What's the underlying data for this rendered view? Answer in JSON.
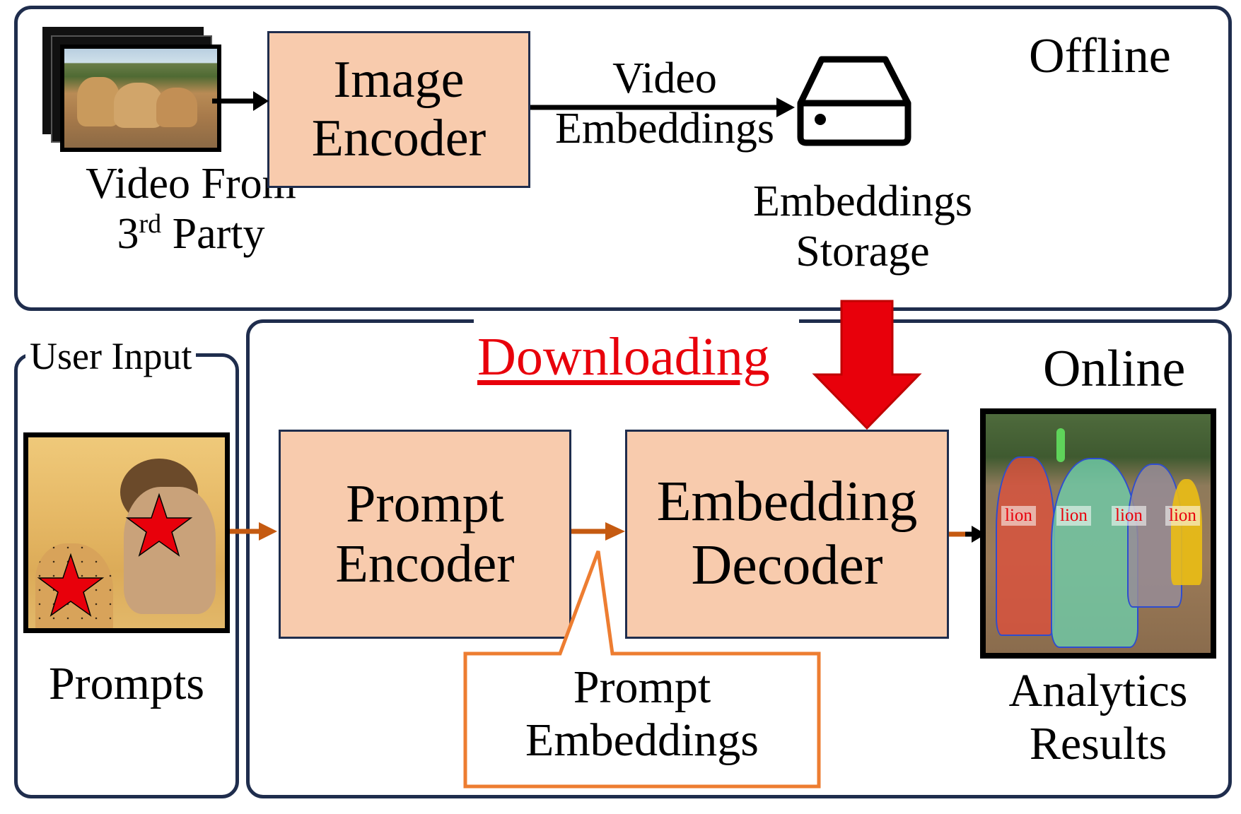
{
  "offline": {
    "label": "Offline",
    "video_source": {
      "line1": "Video From",
      "line2_num": "3",
      "line2_sup": "rd",
      "line2_rest": " Party"
    },
    "image_encoder": {
      "line1": "Image",
      "line2": "Encoder"
    },
    "video_embeddings": {
      "line1": "Video",
      "line2": "Embeddings"
    },
    "storage": {
      "line1": "Embeddings",
      "line2": "Storage"
    }
  },
  "downloading": {
    "label": "Downloading"
  },
  "user_input": {
    "label": "User Input",
    "prompts_label": "Prompts"
  },
  "online": {
    "label": "Online",
    "prompt_encoder": {
      "line1": "Prompt",
      "line2": "Encoder"
    },
    "embedding_decoder": {
      "line1": "Embedding",
      "line2": "Decoder"
    },
    "prompt_embeddings": {
      "line1": "Prompt",
      "line2": "Embeddings"
    },
    "analytics": {
      "line1": "Analytics",
      "line2": "Results",
      "mask_labels": [
        "lion",
        "lion",
        "lion",
        "lion"
      ]
    }
  },
  "colors": {
    "panel_border": "#1f2d4d",
    "block_fill": "#f8cbad",
    "download_red": "#e8000b",
    "orange_arrow": "#c55a11",
    "callout_border": "#ed7d31"
  },
  "icons": [
    "film-stack-icon",
    "storage-drive-icon",
    "download-arrow-icon",
    "star-marker-icon"
  ]
}
